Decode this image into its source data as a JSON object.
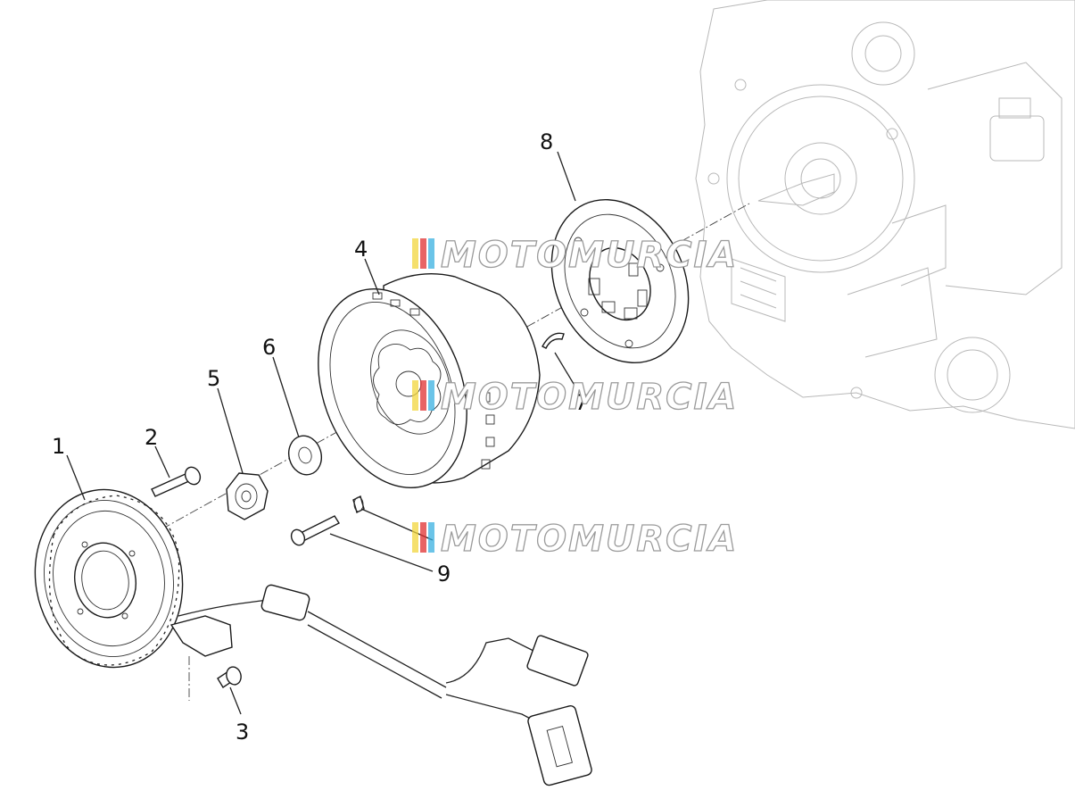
{
  "callouts": [
    {
      "id": "1",
      "label": "1"
    },
    {
      "id": "2",
      "label": "2"
    },
    {
      "id": "3",
      "label": "3"
    },
    {
      "id": "4",
      "label": "4"
    },
    {
      "id": "5",
      "label": "5"
    },
    {
      "id": "6",
      "label": "6"
    },
    {
      "id": "7",
      "label": "7"
    },
    {
      "id": "8",
      "label": "8"
    },
    {
      "id": "9",
      "label": "9"
    }
  ],
  "watermark": {
    "text": "MOTOMURCIA",
    "stripe_colors": [
      "#f2d63c",
      "#e03030",
      "#3ab0e0"
    ]
  }
}
